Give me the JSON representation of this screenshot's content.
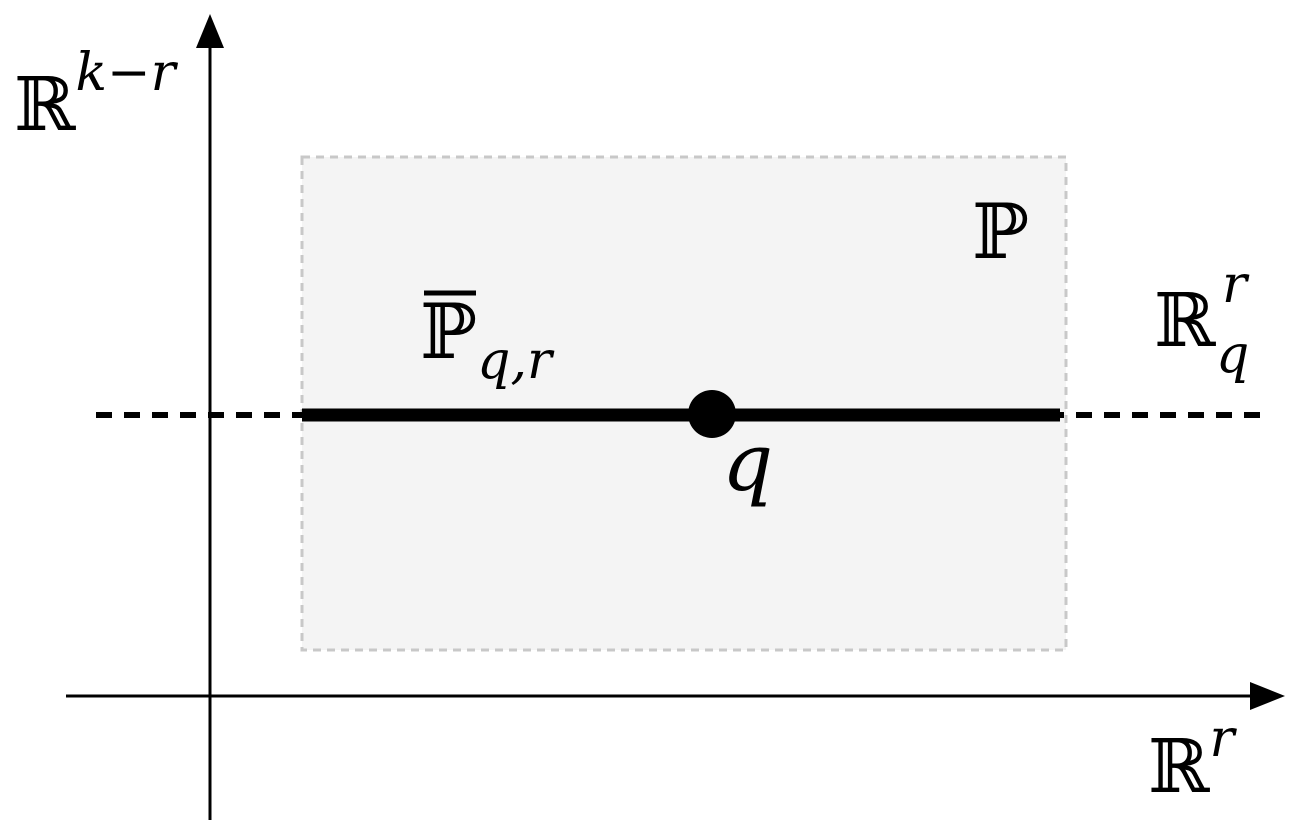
{
  "labels": {
    "vertical_axis": {
      "base": "ℝ",
      "sup": "k−r"
    },
    "horizontal_axis": {
      "base": "ℝ",
      "sup": "r"
    },
    "region": "ℙ",
    "subspace": {
      "base": "ℝ",
      "sup": "r",
      "sub": "q"
    },
    "segment": {
      "base": "ℙ",
      "sub": "q,r"
    },
    "point": "q"
  },
  "colors": {
    "axis": "#000000",
    "region_fill": "#f4f4f4",
    "region_border": "#c8c8c8",
    "segment": "#000000"
  }
}
